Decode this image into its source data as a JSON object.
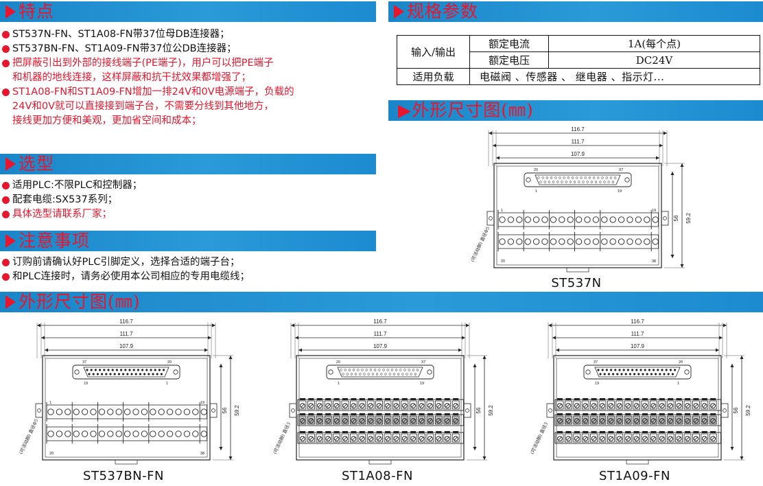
{
  "features": {
    "title": "特点",
    "items": [
      {
        "text": "ST537N-FN、ST1A08-FN带37位母DB连接器；",
        "red": false
      },
      {
        "text": "ST537BN-FN、ST1A09-FN带37位公DB连接器；",
        "red": false
      },
      {
        "text": "把屏蔽引出到外部的接线端子(PE端子)，用户可以把PE端子",
        "red": true
      },
      {
        "text": "和机器的地线连接，这样屏蔽和抗干扰效果都增强了；",
        "red": true,
        "indent": true
      },
      {
        "text": "ST1A08-FN和ST1A09-FN增加一排24V和0V电源端子，负载的",
        "red": true
      },
      {
        "text": "24V和0V就可以直接接到端子台，不需要分线到其他地方，",
        "red": true,
        "indent": true
      },
      {
        "text": "接线更加方便和美观，更加省空间和成本；",
        "red": true,
        "indent": true
      }
    ]
  },
  "selection": {
    "title": "选型",
    "items": [
      {
        "text": "适用PLC:不限PLC和控制器；",
        "red": false
      },
      {
        "text": "配套电缆:SX537系列；",
        "red": false
      },
      {
        "text": "具体选型请联系厂家；",
        "red": true
      }
    ]
  },
  "notes": {
    "title": "注意事项",
    "items": [
      {
        "text": "订购前请确认好PLC引脚定义，选择合适的端子台；",
        "red": false
      },
      {
        "text": "和PLC连接时，请务必使用本公司相应的专用电缆线；",
        "red": false
      }
    ]
  },
  "specs": {
    "title": "规格参数",
    "io_label": "输入/输出",
    "rated_current_label": "额定电流",
    "rated_current_value": "1A(每个点)",
    "rated_voltage_label": "额定电压",
    "rated_voltage_value": "DC24V",
    "load_label": "适用负载",
    "load_value": "电磁阀 、传感器 、 继电器 、指示灯..."
  },
  "dim_title_top": "▶外形尺寸图(㎜)",
  "dim_title_bottom": "外形尺寸图(㎜)",
  "models": [
    {
      "caption": "ST537N",
      "conn_left": "20",
      "conn_right": "37",
      "conn_bl": "1",
      "conn_br": "19",
      "term_tl": "1",
      "term_tr": "19",
      "term_bl": "20",
      "term_br": "38",
      "rows": 2,
      "terminal_style": "screw",
      "side_note": "(可活动脚) 直径Φ5",
      "male": false
    },
    {
      "caption": "ST537BN-FN",
      "conn_left": "37",
      "conn_right": "20",
      "conn_bl": "19",
      "conn_br": "1",
      "term_tl": "1",
      "term_tr": "19",
      "term_bl": "20",
      "term_br": "38",
      "rows": 2,
      "terminal_style": "screw",
      "side_note": "(可活动脚) 直径Φ5",
      "male": true
    },
    {
      "caption": "ST1A08-FN",
      "conn_left": "20",
      "conn_right": "37",
      "conn_bl": "1",
      "conn_br": "19",
      "term_tl": "",
      "term_tr": "",
      "term_bl": "",
      "term_br": "",
      "rows": 3,
      "terminal_style": "plug",
      "side_note": "(可活动脚) 直径3",
      "male": false
    },
    {
      "caption": "ST1A09-FN",
      "conn_left": "37",
      "conn_right": "20",
      "conn_bl": "19",
      "conn_br": "1",
      "term_tl": "",
      "term_tr": "",
      "term_bl": "",
      "term_br": "",
      "rows": 3,
      "terminal_style": "plug",
      "side_note": "(可活动脚) 直径3",
      "male": true
    }
  ],
  "dimensions": {
    "w1": "116.7",
    "w2": "111.7",
    "w3": "107.9",
    "h1": "56",
    "h2": "59.2"
  },
  "colors": {
    "banner": "#1c8bd0",
    "title_red": "#e8162d",
    "bullet_red": "#e8162d"
  }
}
